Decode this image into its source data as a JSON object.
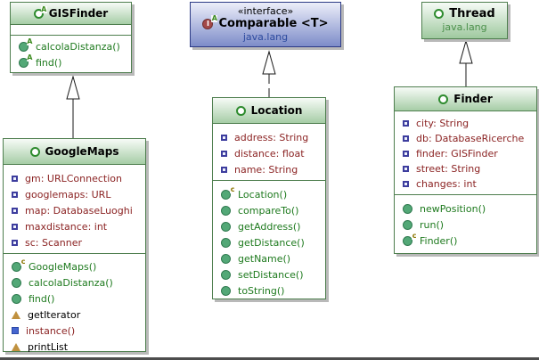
{
  "colors": {
    "class_border": "#4e7e4e",
    "class_header_top": "#f7fbf7",
    "class_header_bottom": "#a6cda6",
    "interface_border": "#2c3a85",
    "interface_header_top": "#eceef9",
    "interface_header_bottom": "#7d8cc9",
    "field_text": "#8b2323",
    "method_text": "#1e7a1e",
    "plain_member_text": "#000000",
    "static_method_text": "#8b2323",
    "package_text_blue": "#2c4a9e",
    "package_text_green": "#4a8f4a",
    "shadow": "#b9b9b9"
  },
  "icons": {
    "abstract_badge": "A",
    "constructor_badge": "c",
    "interface_letter": "I"
  },
  "classes": {
    "gisfinder": {
      "title": "GISFinder",
      "icon": "abstract-class-icon",
      "methods": [
        {
          "icon": "abstract-method-icon",
          "label": "calcolaDistanza()"
        },
        {
          "icon": "abstract-method-icon",
          "label": "find()"
        }
      ]
    },
    "comparable": {
      "stereotype": "«interface»",
      "title": "Comparable <T>",
      "package": "java.lang",
      "icon": "interface-icon"
    },
    "thread": {
      "title": "Thread",
      "package": "java.lang",
      "icon": "class-icon"
    },
    "googlemaps": {
      "title": "GoogleMaps",
      "icon": "class-icon",
      "fields": [
        {
          "icon": "field-icon",
          "label": "gm: URLConnection"
        },
        {
          "icon": "field-icon",
          "label": "googlemaps: URL"
        },
        {
          "icon": "field-icon",
          "label": "map: DatabaseLuoghi"
        },
        {
          "icon": "field-icon",
          "label": "maxdistance: int"
        },
        {
          "icon": "field-icon",
          "label": "sc: Scanner"
        }
      ],
      "methods": [
        {
          "icon": "constructor-icon",
          "label": "GoogleMaps()"
        },
        {
          "icon": "public-method-icon",
          "label": "calcolaDistanza()"
        },
        {
          "icon": "public-method-icon",
          "label": "find()"
        },
        {
          "icon": "protected-member-icon",
          "label": "getIterator"
        },
        {
          "icon": "static-method-icon",
          "label": "instance()"
        },
        {
          "icon": "protected-member-icon",
          "label": "printList"
        }
      ]
    },
    "location": {
      "title": "Location",
      "icon": "class-icon",
      "fields": [
        {
          "icon": "field-icon",
          "label": "address: String"
        },
        {
          "icon": "field-icon",
          "label": "distance: float"
        },
        {
          "icon": "field-icon",
          "label": "name: String"
        }
      ],
      "methods": [
        {
          "icon": "constructor-icon",
          "label": "Location()"
        },
        {
          "icon": "public-method-icon",
          "label": "compareTo()"
        },
        {
          "icon": "public-method-icon",
          "label": "getAddress()"
        },
        {
          "icon": "public-method-icon",
          "label": "getDistance()"
        },
        {
          "icon": "public-method-icon",
          "label": "getName()"
        },
        {
          "icon": "public-method-icon",
          "label": "setDistance()"
        },
        {
          "icon": "public-method-icon",
          "label": "toString()"
        }
      ]
    },
    "finder": {
      "title": "Finder",
      "icon": "class-icon",
      "fields": [
        {
          "icon": "field-icon",
          "label": "city: String"
        },
        {
          "icon": "field-icon",
          "label": "db: DatabaseRicerche"
        },
        {
          "icon": "field-icon",
          "label": "finder: GISFinder"
        },
        {
          "icon": "field-icon",
          "label": "street: String"
        },
        {
          "icon": "field-icon",
          "label": "changes: int"
        }
      ],
      "methods": [
        {
          "icon": "public-method-icon",
          "label": "newPosition()"
        },
        {
          "icon": "public-method-icon",
          "label": "run()"
        },
        {
          "icon": "constructor-icon",
          "label": "Finder()"
        }
      ]
    }
  },
  "relations": [
    {
      "name": "googlemaps-extends-gisfinder",
      "type": "generalization",
      "from": "GoogleMaps",
      "to": "GISFinder",
      "line": "solid"
    },
    {
      "name": "location-implements-comparable",
      "type": "realization",
      "from": "Location",
      "to": "Comparable",
      "line": "dashed"
    },
    {
      "name": "finder-extends-thread",
      "type": "generalization",
      "from": "Finder",
      "to": "Thread",
      "line": "solid"
    }
  ]
}
